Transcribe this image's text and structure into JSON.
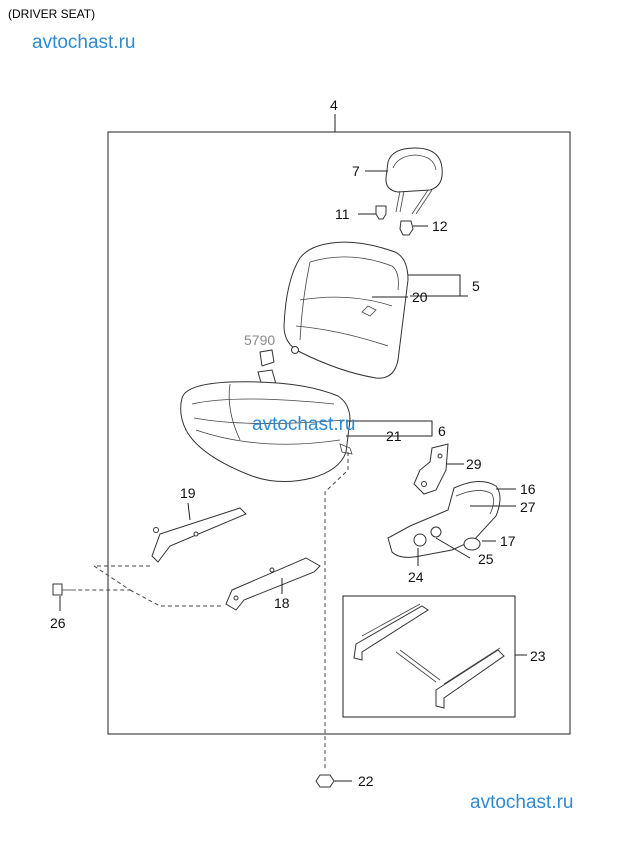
{
  "caption": "(DRIVER SEAT)",
  "watermarks": [
    "avtochast.ru",
    "avtochast.ru",
    "avtochast.ru"
  ],
  "watermark_color": "#2f8ad4",
  "callouts": {
    "c4": "4",
    "c7": "7",
    "c11": "11",
    "c12": "12",
    "c5": "5",
    "c20": "20",
    "c5790": "5790",
    "c6": "6",
    "c21": "21",
    "c29": "29",
    "c16": "16",
    "c27": "27",
    "c19": "19",
    "c17": "17",
    "c25": "25",
    "c24": "24",
    "c18": "18",
    "c26": "26",
    "c23": "23",
    "c22": "22"
  }
}
